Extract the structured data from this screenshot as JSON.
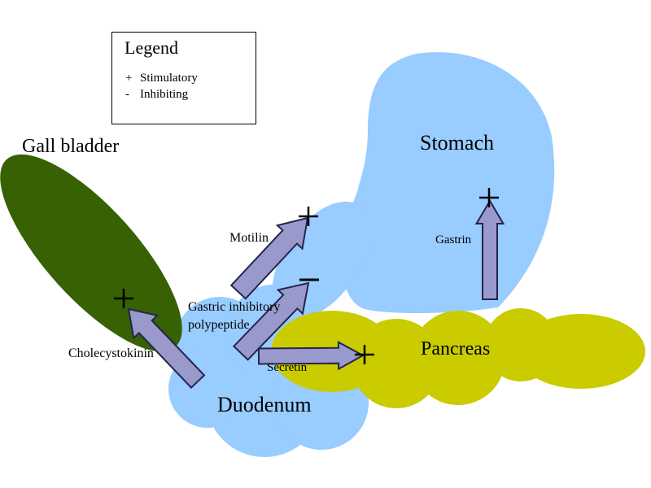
{
  "legend": {
    "title": "Legend",
    "items": [
      {
        "symbol": "+",
        "label": "Stimulatory"
      },
      {
        "symbol": "-",
        "label": "Inhibiting"
      }
    ]
  },
  "organs": {
    "gall_bladder": {
      "label": "Gall bladder"
    },
    "stomach": {
      "label": "Stomach"
    },
    "duodenum": {
      "label": "Duodenum"
    },
    "pancreas": {
      "label": "Pancreas"
    }
  },
  "hormones": [
    {
      "id": "motilin",
      "label": "Motilin",
      "sign": "+",
      "arrow": {
        "tail": [
          293,
          359
        ],
        "tip": [
          378,
          268
        ],
        "shaft_w": 24,
        "head_w": 42,
        "head_l": 32
      },
      "sign_pos": [
        379,
        266
      ]
    },
    {
      "id": "gastric-inhibitory-polypeptide",
      "label": "Gastric inhibitory polypeptide",
      "sign": "-",
      "arrow": {
        "tail": [
          296,
          434
        ],
        "tip": [
          379,
          348
        ],
        "shaft_w": 24,
        "head_w": 42,
        "head_l": 32
      },
      "sign_pos": [
        380,
        344
      ]
    },
    {
      "id": "secretin",
      "label": "Secretin",
      "sign": "+",
      "arrow": {
        "tail": [
          318,
          438
        ],
        "tip": [
          446,
          437
        ],
        "shaft_w": 19,
        "head_w": 33,
        "head_l": 30
      },
      "sign_pos": [
        448,
        436
      ]
    },
    {
      "id": "gastrin",
      "label": "Gastrin",
      "sign": "+",
      "arrow": {
        "tail": [
          602,
          368
        ],
        "tip": [
          602,
          247
        ],
        "shaft_w": 18,
        "head_w": 33,
        "head_l": 28
      },
      "sign_pos": [
        601,
        243
      ]
    },
    {
      "id": "cholecystokinin",
      "label": "Cholecystokinin",
      "sign": "+",
      "arrow": {
        "tail": [
          243,
          469
        ],
        "tip": [
          158,
          380
        ],
        "shaft_w": 22,
        "head_w": 40,
        "head_l": 30
      },
      "sign_pos": [
        152,
        367
      ]
    }
  ],
  "colors": {
    "gall_bladder": "#376103",
    "digestive_tract_blue": "#99ccff",
    "pancreas": "#cacc00",
    "arrow_fill": "#9999cc",
    "arrow_stroke": "#24244e",
    "sign": "#000000",
    "background": "#ffffff"
  }
}
